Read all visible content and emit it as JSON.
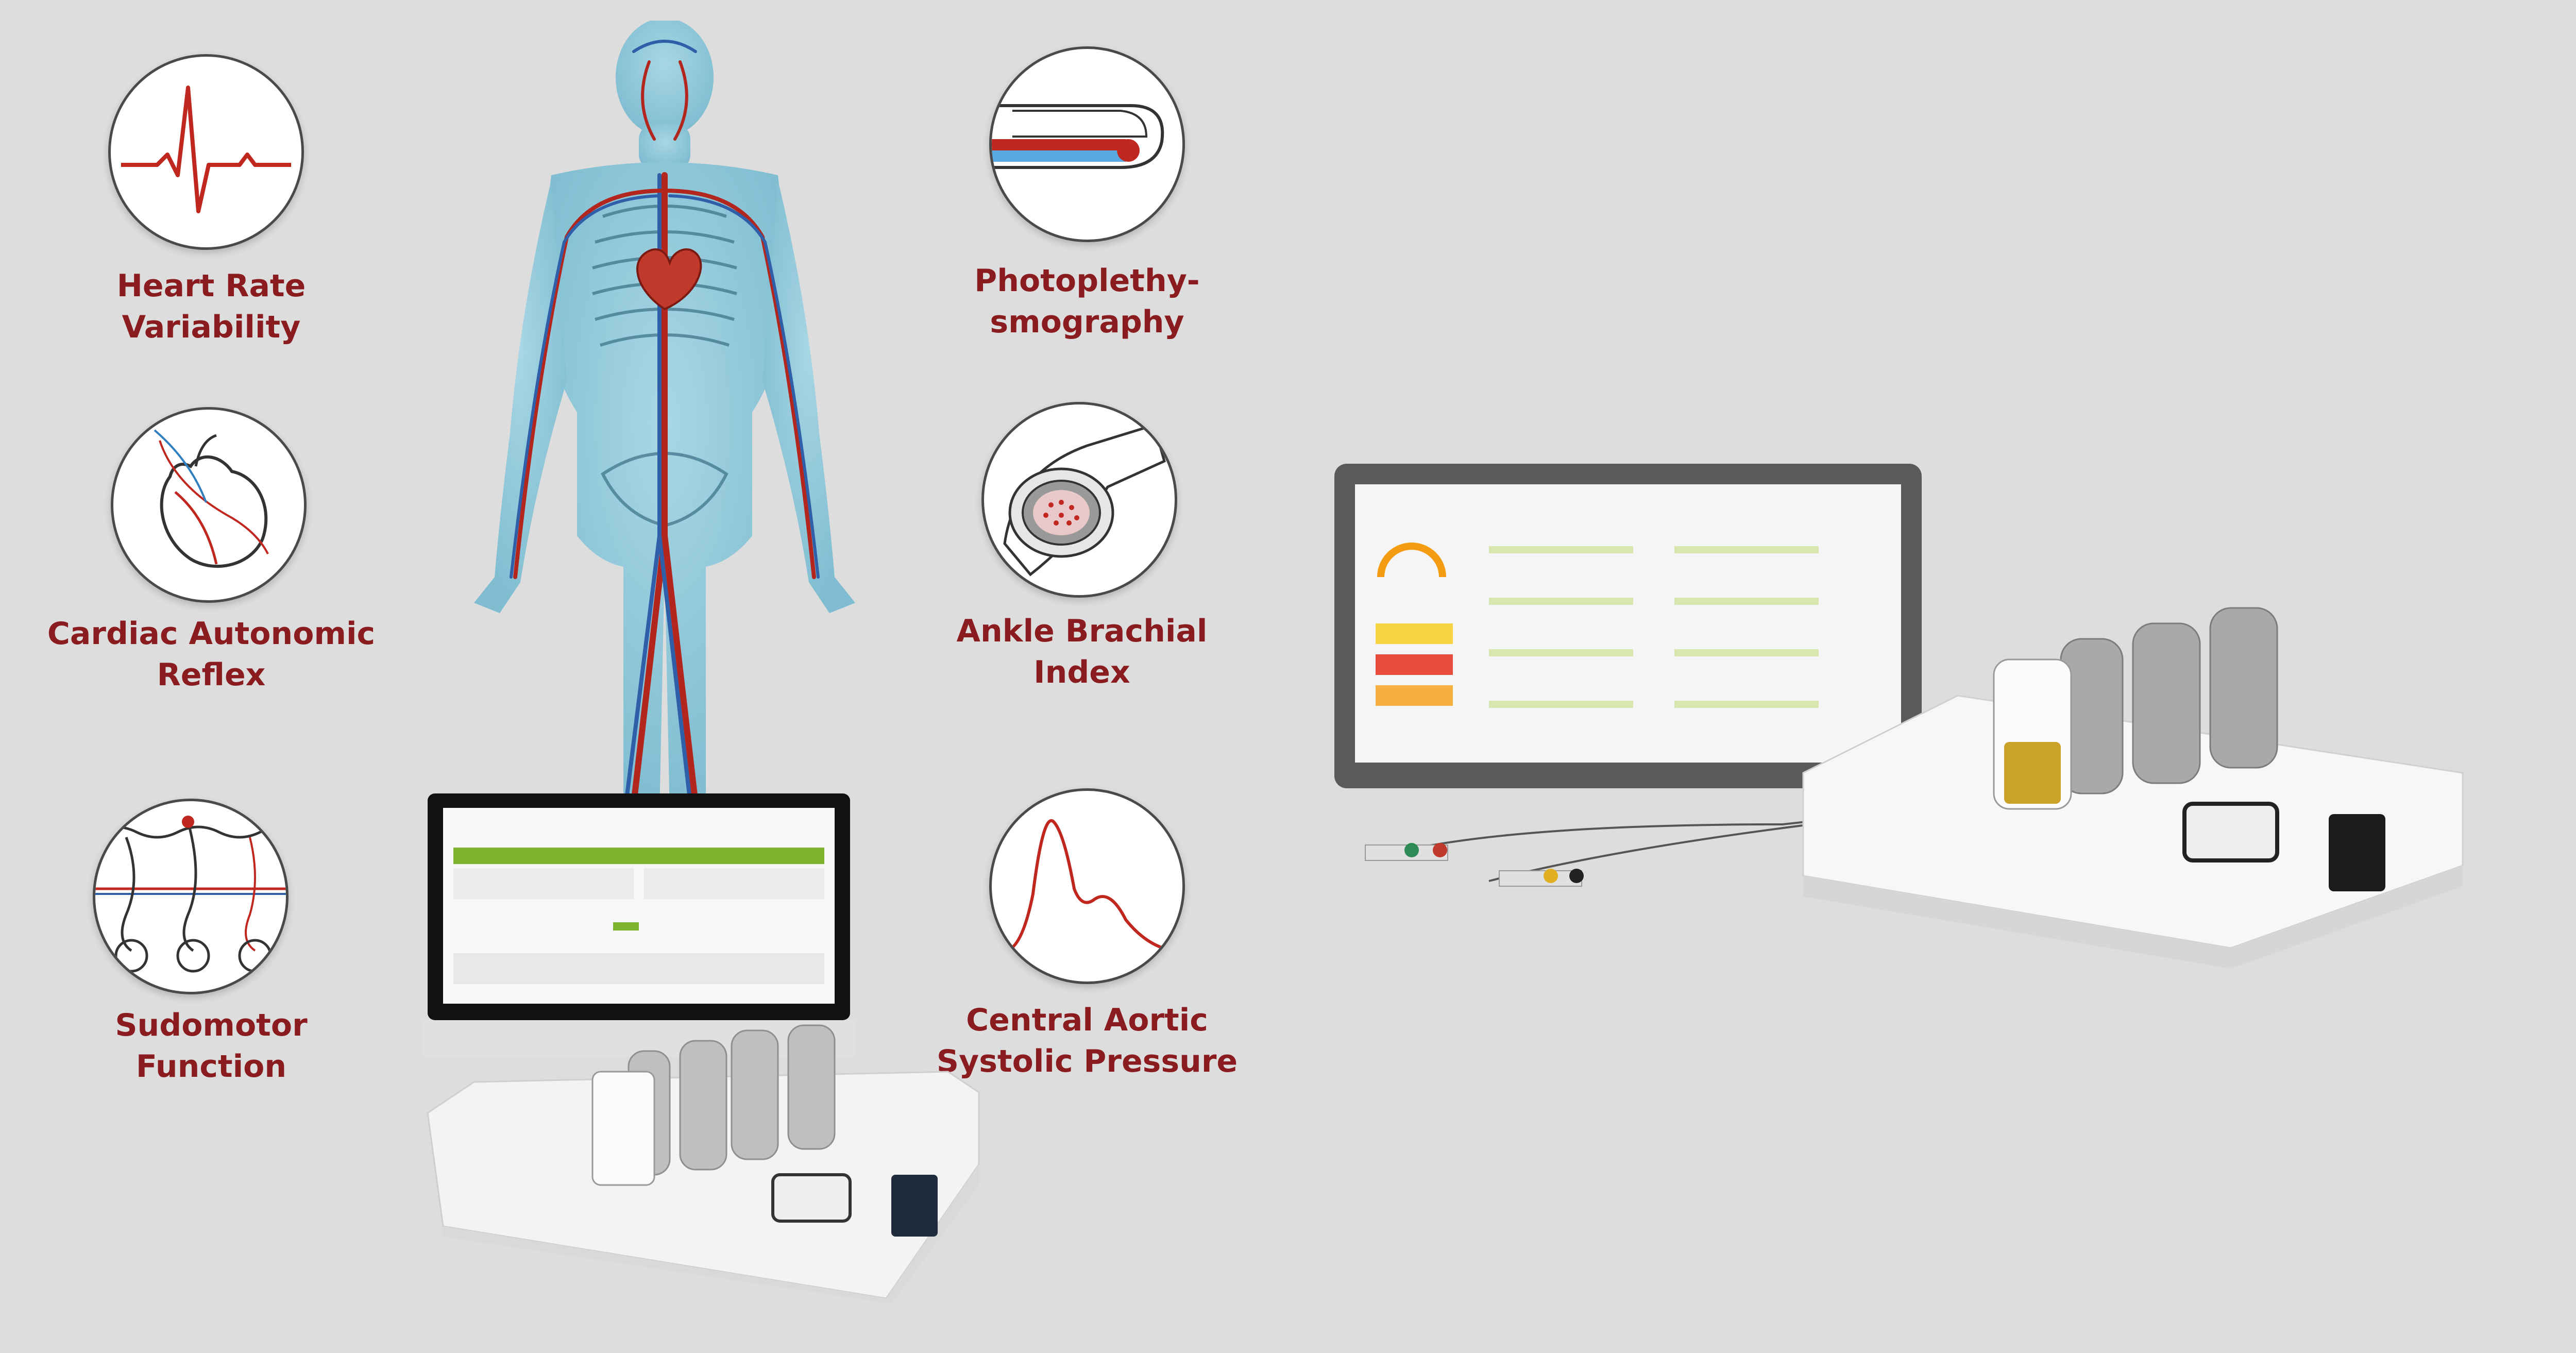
{
  "features_left": [
    {
      "icon": "ecg-wave-icon",
      "lines": [
        "Heart Rate",
        "Variability"
      ]
    },
    {
      "icon": "heart-nerves-icon",
      "lines": [
        "Cardiac Autonomic",
        "Reflex"
      ]
    },
    {
      "icon": "sweat-gland-icon",
      "lines": [
        "Sudomotor",
        "Function"
      ]
    }
  ],
  "features_right": [
    {
      "icon": "fingertip-sensor-icon",
      "lines": [
        "Photoplethy-",
        "smography"
      ]
    },
    {
      "icon": "artery-cross-section-icon",
      "lines": [
        "Ankle Brachial",
        "Index"
      ]
    },
    {
      "icon": "pulse-waveform-icon",
      "lines": [
        "Central Aortic",
        "Systolic Pressure"
      ]
    }
  ],
  "colors": {
    "label": "#8a1c1f",
    "background": "#dddddd",
    "accent_green": "#7bb32e",
    "artery_red": "#b3261e",
    "vein_blue": "#2f5fa8"
  }
}
